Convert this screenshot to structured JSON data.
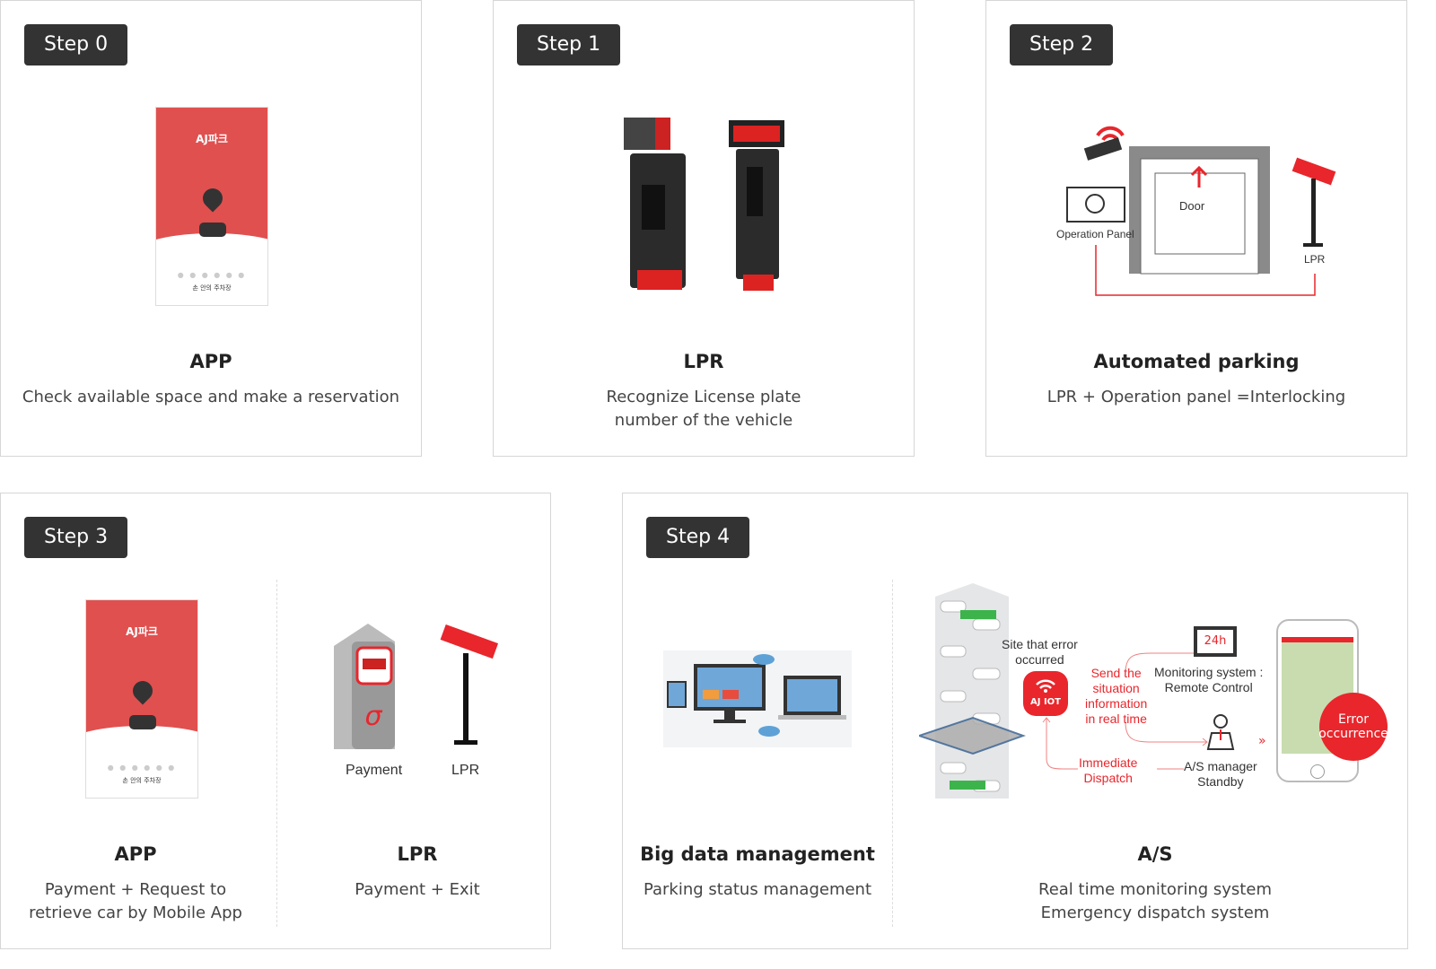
{
  "steps": [
    {
      "badge": "Step 0",
      "title": "APP",
      "desc": "Check available space and make a reservation"
    },
    {
      "badge": "Step 1",
      "title": "LPR",
      "desc": "Recognize License plate\nnumber of the vehicle"
    },
    {
      "badge": "Step 2",
      "title": "Automated parking",
      "desc": "LPR + Operation panel =Interlocking",
      "labels": {
        "door": "Door",
        "panel": "Operation Panel",
        "lpr": "LPR"
      }
    },
    {
      "badge": "Step 3",
      "left": {
        "title": "APP",
        "desc": "Payment + Request to\nretrieve car by Mobile App"
      },
      "right": {
        "title": "LPR",
        "desc": "Payment + Exit"
      },
      "labels": {
        "payment": "Payment",
        "lpr": "LPR"
      }
    },
    {
      "badge": "Step 4",
      "left": {
        "title": "Big data management",
        "desc": "Parking status management"
      },
      "right": {
        "title": "A/S",
        "desc": "Real time monitoring system\nEmergency dispatch system"
      },
      "labels": {
        "site": "Site that error\noccurred",
        "iot": "AJ IOT",
        "send": "Send the\nsituation\ninformation\nin real time",
        "monitor": "Monitoring system :\nRemote Control",
        "h24": "24h",
        "dispatch": "Immediate\nDispatch",
        "manager": "A/S manager\nStandby",
        "error": "Error\noccurrence"
      }
    }
  ],
  "app_screen": {
    "logo": "AJ파크",
    "caption": "손 안의 주차장",
    "dots": "● ● ● ● ● ●"
  },
  "colors": {
    "accent": "#e8262c",
    "badge": "#333333"
  }
}
